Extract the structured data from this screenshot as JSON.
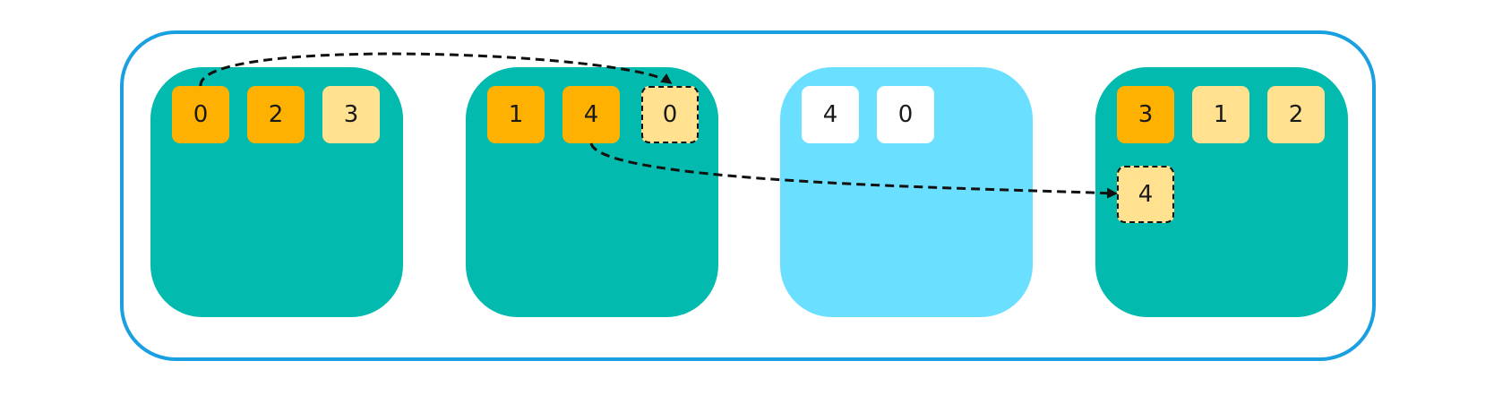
{
  "colors": {
    "frame": "#1aa0e0",
    "node_active": "#02baad",
    "node_failed": "#6adfff",
    "primary_shard": "#feb100",
    "replica_shard": "#ffe18f",
    "unassigned_shard": "#ffffff"
  },
  "nodes": [
    {
      "state": "active",
      "shards": [
        {
          "label": "0",
          "kind": "primary"
        },
        {
          "label": "2",
          "kind": "primary"
        },
        {
          "label": "3",
          "kind": "replica"
        }
      ]
    },
    {
      "state": "active",
      "shards": [
        {
          "label": "1",
          "kind": "primary"
        },
        {
          "label": "4",
          "kind": "primary"
        },
        {
          "label": "0",
          "kind": "replica",
          "dashed": true
        }
      ]
    },
    {
      "state": "failed",
      "shards": [
        {
          "label": "4",
          "kind": "unassigned"
        },
        {
          "label": "0",
          "kind": "unassigned"
        }
      ]
    },
    {
      "state": "active",
      "shards": [
        {
          "label": "3",
          "kind": "primary"
        },
        {
          "label": "1",
          "kind": "replica"
        },
        {
          "label": "2",
          "kind": "replica"
        },
        {
          "label": "4",
          "kind": "replica",
          "dashed": true
        }
      ]
    }
  ],
  "arrows": [
    {
      "from": "node 1 shard 0",
      "to": "node 2 shard 0",
      "style": "dashed"
    },
    {
      "from": "node 2 shard 4",
      "to": "node 4 shard 4",
      "style": "dashed"
    }
  ]
}
